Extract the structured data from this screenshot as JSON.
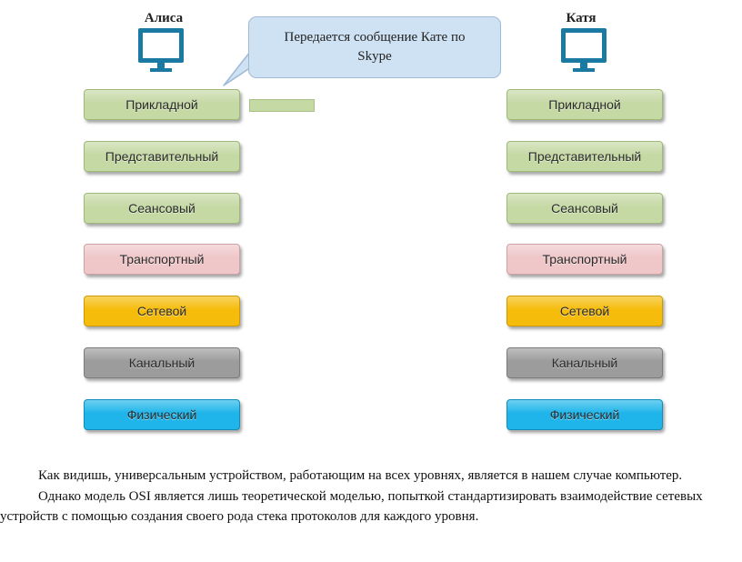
{
  "left_node": {
    "name": "Алиса"
  },
  "right_node": {
    "name": "Катя"
  },
  "bubble": {
    "text": "Передается сообщение Кате по Skype"
  },
  "layers": [
    {
      "label": "Прикладной",
      "color": "#c5d9a5",
      "border": "#9fb97a"
    },
    {
      "label": "Представительный",
      "color": "#c5d9a5",
      "border": "#9fb97a"
    },
    {
      "label": "Сеансовый",
      "color": "#c5d9a5",
      "border": "#9fb97a"
    },
    {
      "label": "Транспортный",
      "color": "#efc7c9",
      "border": "#cfa2a4"
    },
    {
      "label": "Сетевой",
      "color": "#f5bc0c",
      "border": "#cf9a00"
    },
    {
      "label": "Канальный",
      "color": "#9c9c9c",
      "border": "#7b7b7b"
    },
    {
      "label": "Физический",
      "color": "#1fb5ea",
      "border": "#118dba"
    }
  ],
  "computer_color": "#1a7aa2",
  "paragraphs": [
    "Как видишь, универсальным устройством, работающим на всех уровнях, является в нашем случае компьютер.",
    "Однако модель OSI является лишь теоретической моделью, попыткой стандартизировать взаимодействие сетевых устройств с помощью создания своего рода стека протоколов для каждого уровня."
  ]
}
